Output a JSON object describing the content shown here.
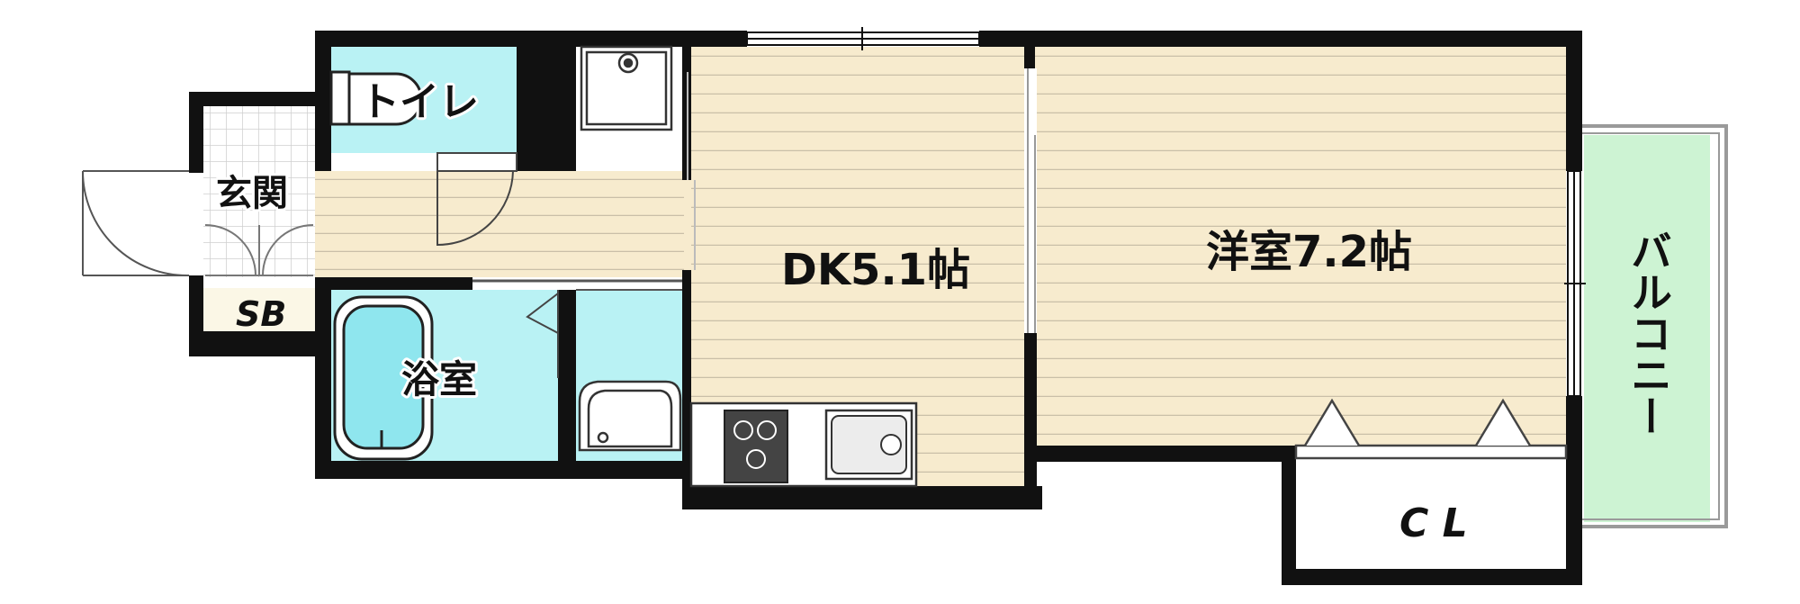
{
  "labels": {
    "toilet": "トイレ",
    "entrance": "玄関",
    "shoe_box": "SB",
    "bathroom": "浴室",
    "dk": "DK5.1帖",
    "western_room": "洋室7.2帖",
    "closet": "C L",
    "balcony": "バルコニー"
  },
  "colors": {
    "wall": "#111111",
    "floor_wood": "#f7ebce",
    "floor_line": "#c9bfa8",
    "wet_area": "#b9f2f4",
    "balcony": "#cdf3d3",
    "tile_line": "#cfcfcf"
  }
}
